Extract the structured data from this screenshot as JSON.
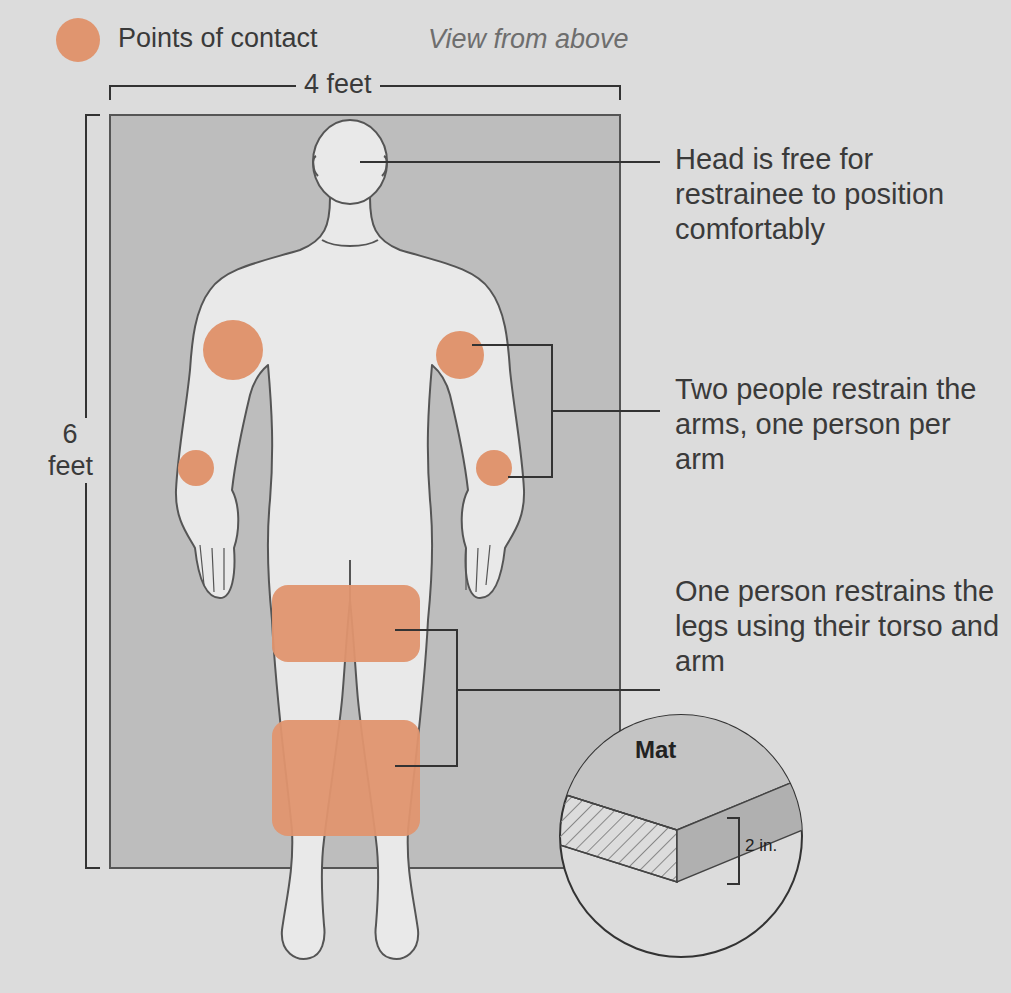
{
  "diagram": {
    "nodes": [
      {
        "text": [
          "Mat",
          "2 in."
        ]
      }
    ],
    "labels": [
      "View from above",
      "4 feet",
      "6 feet",
      "Head is free for restrainee to position comfortably",
      "Two people restrain the arms, one person per arm",
      "One person restrains the legs using their torso and arm"
    ],
    "legend": [
      {
        "text": "Points of contact",
        "color": "#e0956f"
      }
    ]
  }
}
